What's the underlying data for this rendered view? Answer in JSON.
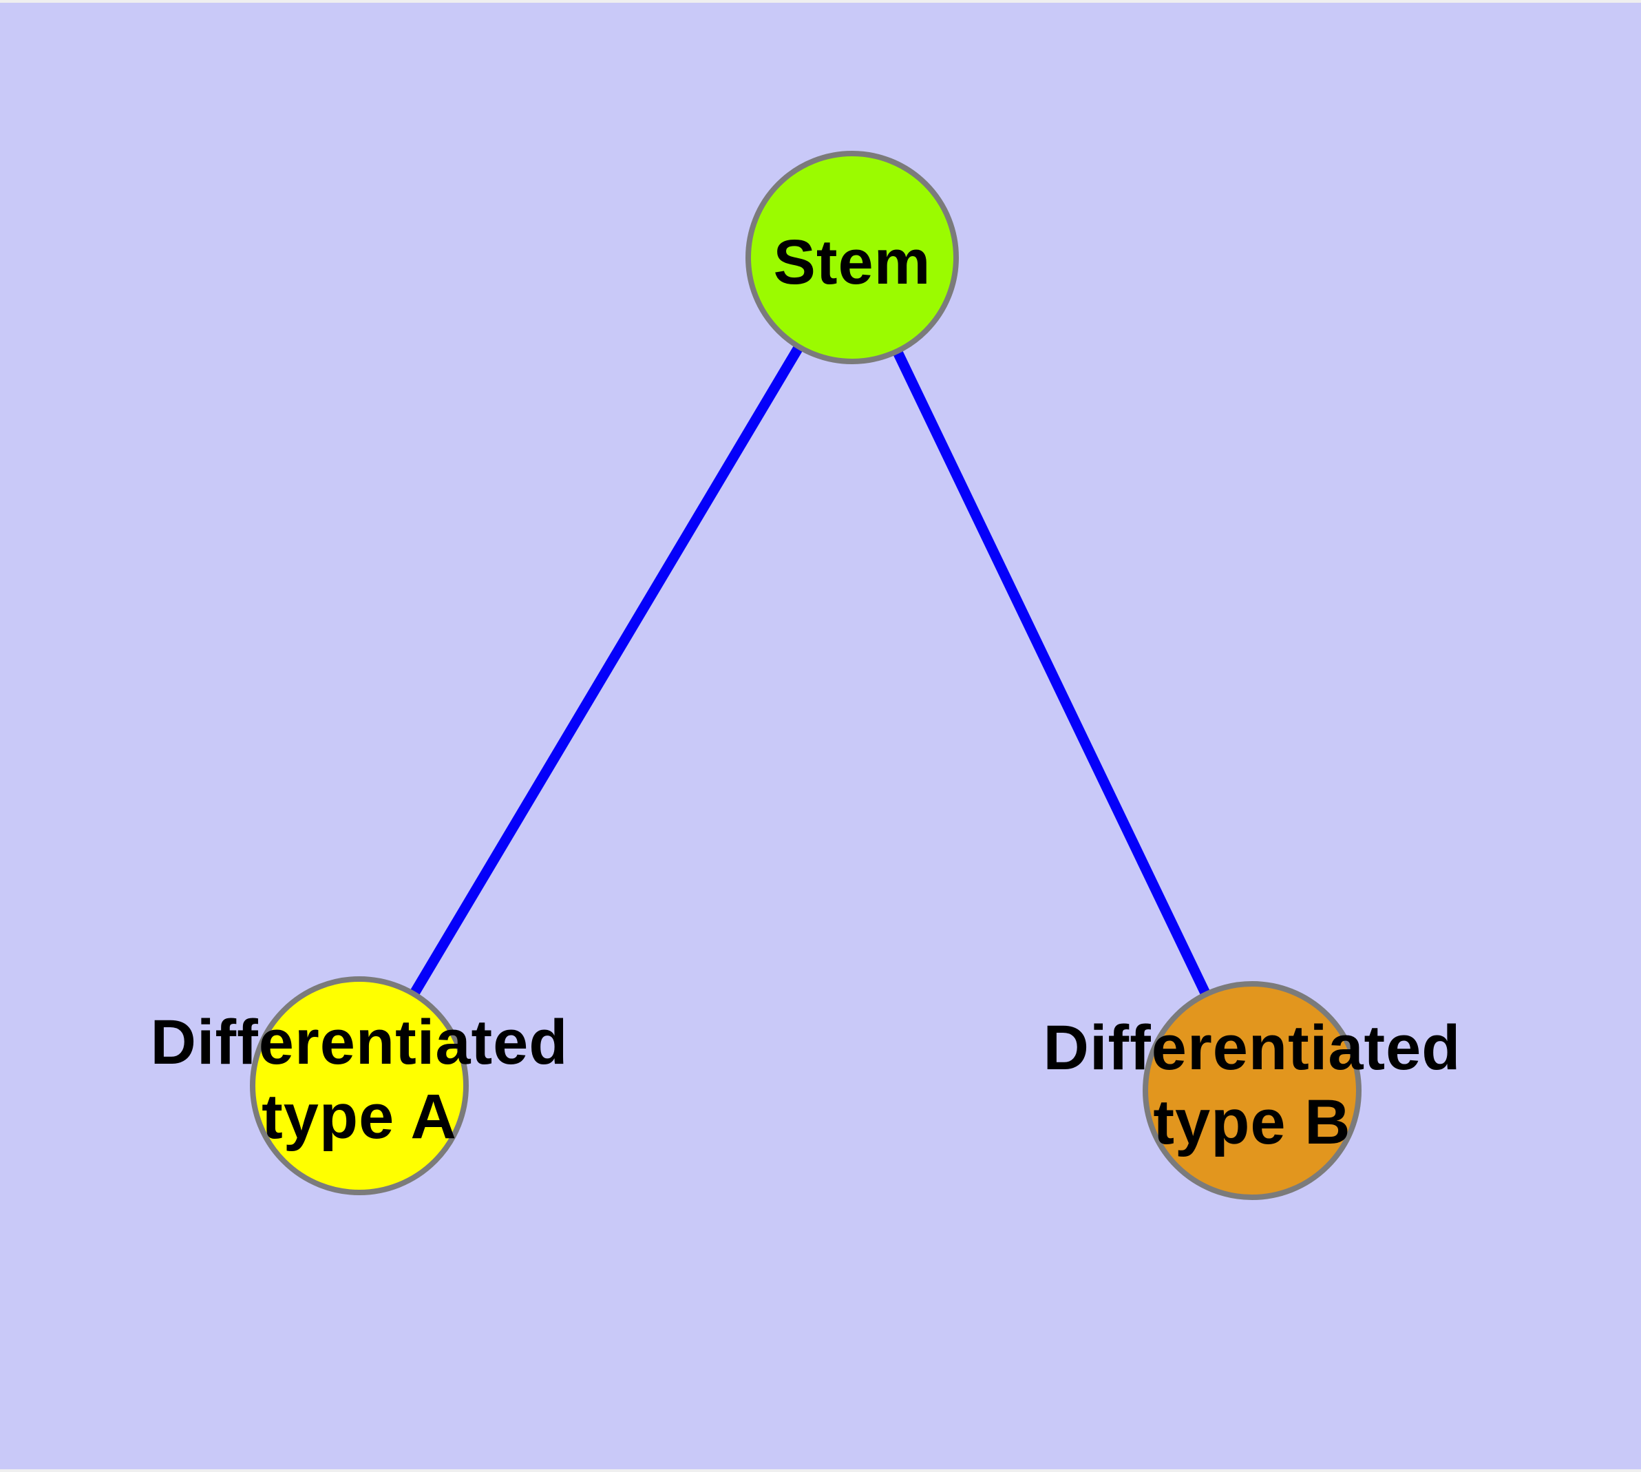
{
  "colors": {
    "frame": "#EFEFEF",
    "background": "#C9C9F8",
    "edge": "#0500FA",
    "node_border": "#7B7B7B",
    "label_text": "#000000"
  },
  "nodes": {
    "stem": {
      "label": "Stem",
      "fill": "#9BFB00"
    },
    "type_a": {
      "label_line1": "Differentiated",
      "label_line2": "type A",
      "fill": "#FFFF00"
    },
    "type_b": {
      "label_line1": "Differentiated",
      "label_line2": "type B",
      "fill": "#E2961E"
    }
  },
  "edges": [
    {
      "from": "Stem",
      "to": "Differentiated type A"
    },
    {
      "from": "Stem",
      "to": "Differentiated type B"
    }
  ]
}
